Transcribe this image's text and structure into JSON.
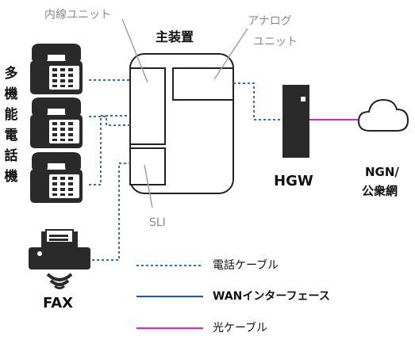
{
  "labels": {
    "line_unit": "内線ユニット",
    "main_unit": "主装置",
    "analog_unit_line1": "アナログ",
    "analog_unit_line2": "ユニット",
    "multi_phone": [
      "多",
      "機",
      "能",
      "電",
      "話",
      "機"
    ],
    "sli": "SLI",
    "hgw": "HGW",
    "ngn_line1": "NGN/",
    "ngn_line2": "公衆網",
    "fax": "FAX"
  },
  "legend": [
    {
      "label": "電話ケーブル",
      "color": "#2f6fd0",
      "style": "dotted"
    },
    {
      "label": "WANインターフェース",
      "color": "#1556d6",
      "style": "solid"
    },
    {
      "label": "光ケーブル",
      "color": "#e020d0",
      "style": "solid"
    }
  ],
  "colors": {
    "phone_cable": "#2f6fd0",
    "wan": "#1556d6",
    "fiber": "#e020d0",
    "device_dark": "#2a2a2a",
    "outline": "#222222",
    "pointer": "#a0a0a0"
  }
}
